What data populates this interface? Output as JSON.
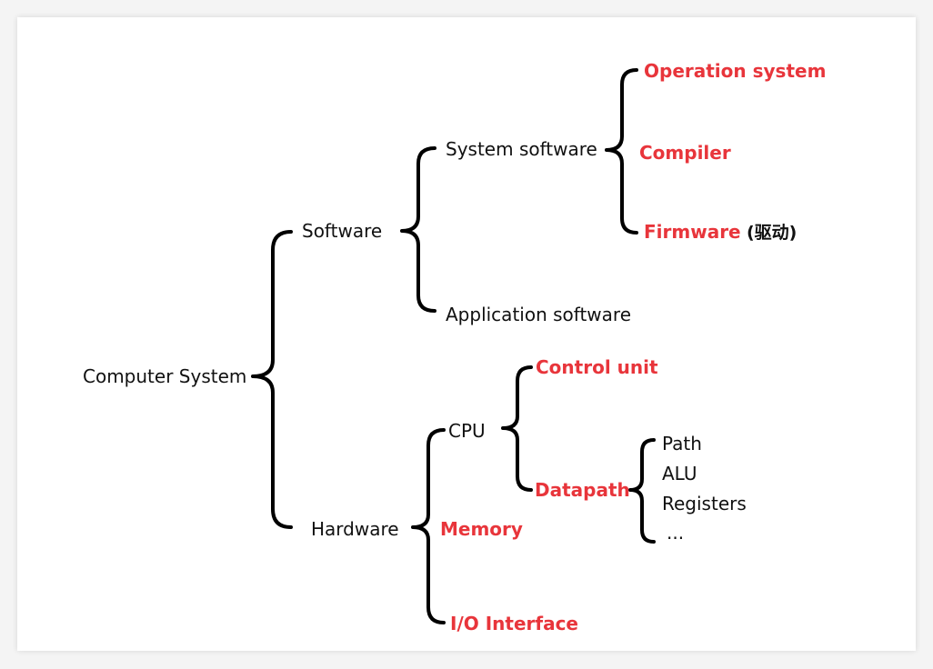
{
  "diagram": {
    "colors": {
      "highlight": "#e8353b",
      "text": "#111111",
      "brace": "#000000"
    },
    "root": "Computer System",
    "software": {
      "label": "Software",
      "system_software": "System software",
      "application_software": "Application software",
      "operation_system": "Operation system",
      "compiler": "Compiler",
      "firmware": "Firmware",
      "firmware_note": "(驱动)"
    },
    "hardware": {
      "label": "Hardware",
      "cpu": "CPU",
      "memory": "Memory",
      "io_interface": "I/O Interface",
      "control_unit": "Control unit",
      "datapath": "Datapath",
      "path": "Path",
      "alu": "ALU",
      "registers": "Registers",
      "ellipsis": "..."
    }
  }
}
